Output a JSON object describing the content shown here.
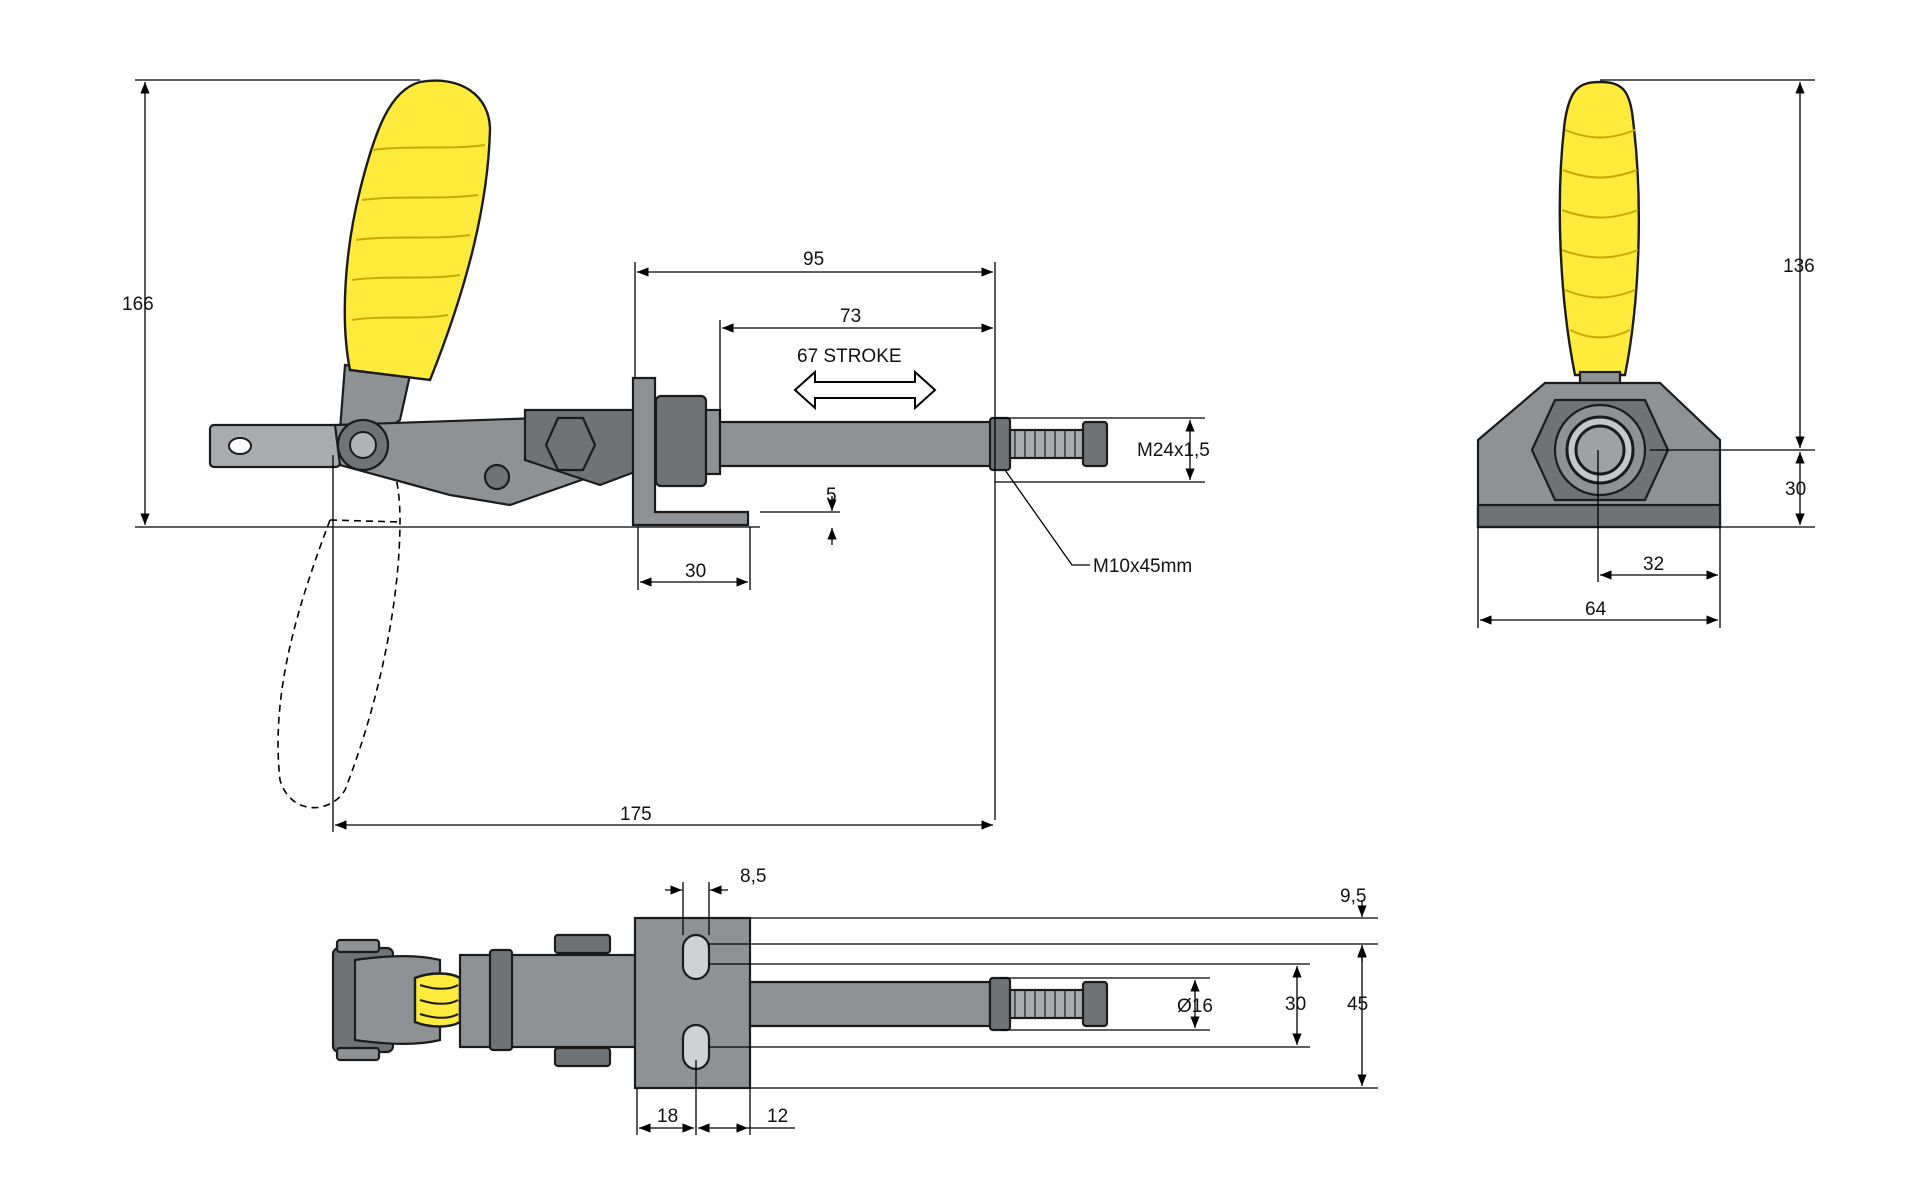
{
  "diagram": {
    "colors": {
      "grip": "#ffeb3b",
      "metal": "#8e9294",
      "line": "#000000"
    },
    "side_view": {
      "overall_height": "166",
      "plunger_reach": "95",
      "plunger_length": "73",
      "stroke": "67 STROKE",
      "thread_main": "M24x1,5",
      "thread_bolt": "M10x45mm",
      "base_thickness": "5",
      "base_width": "30",
      "overall_length": "175"
    },
    "front_view": {
      "height_handle": "136",
      "height_base": "30",
      "half_width": "32",
      "base_width": "64"
    },
    "top_view": {
      "slot_width": "8,5",
      "edge_offset": "9,5",
      "rod_diameter": "Ø16",
      "hole_spacing": "30",
      "plate_height": "45",
      "slot_offset": "18",
      "edge_distance": "12"
    }
  }
}
